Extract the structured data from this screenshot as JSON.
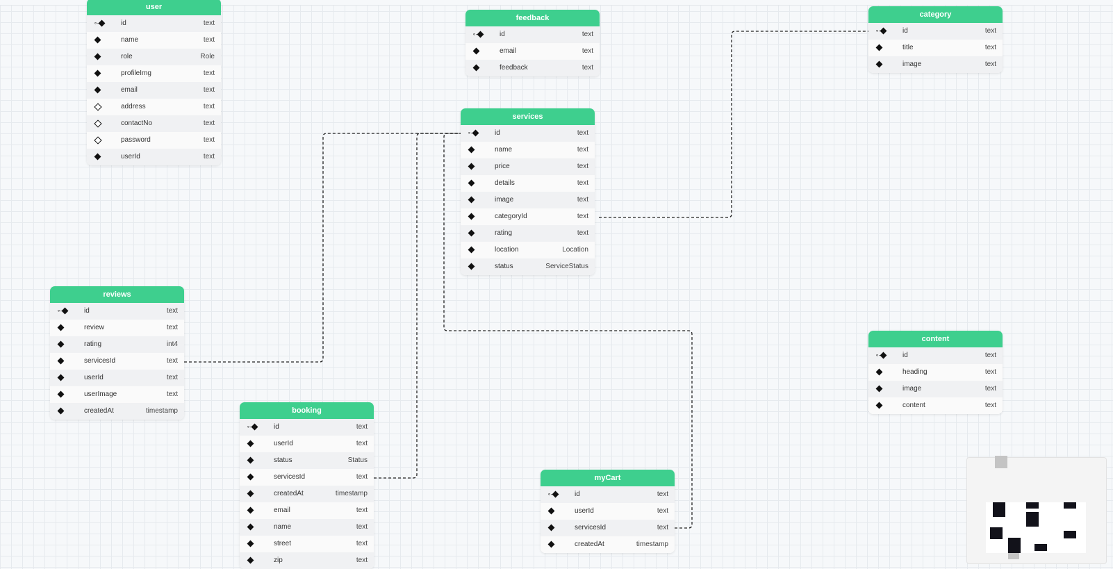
{
  "tables": [
    {
      "id": "user",
      "name": "user",
      "fields": [
        {
          "name": "id",
          "type": "text",
          "pk": true,
          "nullable": false
        },
        {
          "name": "name",
          "type": "text",
          "pk": false,
          "nullable": false
        },
        {
          "name": "role",
          "type": "Role",
          "pk": false,
          "nullable": false
        },
        {
          "name": "profileImg",
          "type": "text",
          "pk": false,
          "nullable": false
        },
        {
          "name": "email",
          "type": "text",
          "pk": false,
          "nullable": false
        },
        {
          "name": "address",
          "type": "text",
          "pk": false,
          "nullable": true
        },
        {
          "name": "contactNo",
          "type": "text",
          "pk": false,
          "nullable": true
        },
        {
          "name": "password",
          "type": "text",
          "pk": false,
          "nullable": true
        },
        {
          "name": "userId",
          "type": "text",
          "pk": false,
          "nullable": false
        }
      ]
    },
    {
      "id": "feedback",
      "name": "feedback",
      "fields": [
        {
          "name": "id",
          "type": "text",
          "pk": true,
          "nullable": false
        },
        {
          "name": "email",
          "type": "text",
          "pk": false,
          "nullable": false
        },
        {
          "name": "feedback",
          "type": "text",
          "pk": false,
          "nullable": false
        }
      ]
    },
    {
      "id": "category",
      "name": "category",
      "fields": [
        {
          "name": "id",
          "type": "text",
          "pk": true,
          "nullable": false
        },
        {
          "name": "title",
          "type": "text",
          "pk": false,
          "nullable": false
        },
        {
          "name": "image",
          "type": "text",
          "pk": false,
          "nullable": false
        }
      ]
    },
    {
      "id": "services",
      "name": "services",
      "fields": [
        {
          "name": "id",
          "type": "text",
          "pk": true,
          "nullable": false
        },
        {
          "name": "name",
          "type": "text",
          "pk": false,
          "nullable": false
        },
        {
          "name": "price",
          "type": "text",
          "pk": false,
          "nullable": false
        },
        {
          "name": "details",
          "type": "text",
          "pk": false,
          "nullable": false
        },
        {
          "name": "image",
          "type": "text",
          "pk": false,
          "nullable": false
        },
        {
          "name": "categoryId",
          "type": "text",
          "pk": false,
          "nullable": false
        },
        {
          "name": "rating",
          "type": "text",
          "pk": false,
          "nullable": false
        },
        {
          "name": "location",
          "type": "Location",
          "pk": false,
          "nullable": false
        },
        {
          "name": "status",
          "type": "ServiceStatus",
          "pk": false,
          "nullable": false
        }
      ]
    },
    {
      "id": "reviews",
      "name": "reviews",
      "fields": [
        {
          "name": "id",
          "type": "text",
          "pk": true,
          "nullable": false
        },
        {
          "name": "review",
          "type": "text",
          "pk": false,
          "nullable": false
        },
        {
          "name": "rating",
          "type": "int4",
          "pk": false,
          "nullable": false
        },
        {
          "name": "servicesId",
          "type": "text",
          "pk": false,
          "nullable": false
        },
        {
          "name": "userId",
          "type": "text",
          "pk": false,
          "nullable": false
        },
        {
          "name": "userImage",
          "type": "text",
          "pk": false,
          "nullable": false
        },
        {
          "name": "createdAt",
          "type": "timestamp",
          "pk": false,
          "nullable": false
        }
      ]
    },
    {
      "id": "content",
      "name": "content",
      "fields": [
        {
          "name": "id",
          "type": "text",
          "pk": true,
          "nullable": false
        },
        {
          "name": "heading",
          "type": "text",
          "pk": false,
          "nullable": false
        },
        {
          "name": "image",
          "type": "text",
          "pk": false,
          "nullable": false
        },
        {
          "name": "content",
          "type": "text",
          "pk": false,
          "nullable": false
        }
      ]
    },
    {
      "id": "booking",
      "name": "booking",
      "fields": [
        {
          "name": "id",
          "type": "text",
          "pk": true,
          "nullable": false
        },
        {
          "name": "userId",
          "type": "text",
          "pk": false,
          "nullable": false
        },
        {
          "name": "status",
          "type": "Status",
          "pk": false,
          "nullable": false
        },
        {
          "name": "servicesId",
          "type": "text",
          "pk": false,
          "nullable": false
        },
        {
          "name": "createdAt",
          "type": "timestamp",
          "pk": false,
          "nullable": false
        },
        {
          "name": "email",
          "type": "text",
          "pk": false,
          "nullable": false
        },
        {
          "name": "name",
          "type": "text",
          "pk": false,
          "nullable": false
        },
        {
          "name": "street",
          "type": "text",
          "pk": false,
          "nullable": false
        },
        {
          "name": "zip",
          "type": "text",
          "pk": false,
          "nullable": false
        }
      ]
    },
    {
      "id": "mycart",
      "name": "myCart",
      "fields": [
        {
          "name": "id",
          "type": "text",
          "pk": true,
          "nullable": false
        },
        {
          "name": "userId",
          "type": "text",
          "pk": false,
          "nullable": false
        },
        {
          "name": "servicesId",
          "type": "text",
          "pk": false,
          "nullable": false
        },
        {
          "name": "createdAt",
          "type": "timestamp",
          "pk": false,
          "nullable": false
        }
      ]
    }
  ],
  "relations": [
    {
      "from": "services.categoryId",
      "to": "category.id"
    },
    {
      "from": "reviews.servicesId",
      "to": "services.id"
    },
    {
      "from": "booking.servicesId",
      "to": "services.id"
    },
    {
      "from": "myCart.servicesId",
      "to": "services.id"
    }
  ],
  "colors": {
    "header_bg": "#3ecf8e",
    "header_text": "#ffffff",
    "canvas_bg": "#f6f8fa",
    "grid_line": "#e6eaee",
    "connector": "#222222"
  },
  "icons": {
    "primary_key": "key-icon",
    "non_nullable": "filled-diamond-icon",
    "nullable": "outline-diamond-icon"
  }
}
